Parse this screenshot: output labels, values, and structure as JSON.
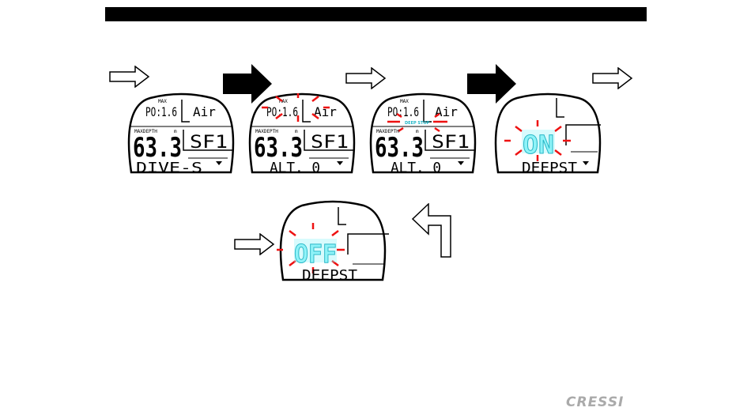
{
  "brand": {
    "logo_text": "CRESSI"
  },
  "colors": {
    "header_bar": "#000000",
    "blink_rays": "#ee1111",
    "highlight": "#8ff3f8",
    "logo": "#aaaaaa"
  },
  "screens": [
    {
      "top_left": "PO:1.6",
      "top_right": "Air",
      "max": "MAX",
      "depth_label": "MAXDEPTH",
      "unit": "m",
      "depth": "63.3",
      "right": "SF1",
      "bottom": "DIVE-S"
    },
    {
      "top_left": "PO:1.6",
      "top_right": "Air",
      "max": "MAX",
      "depth_label": "MAXDEPTH",
      "unit": "m",
      "depth": "63.3",
      "right": "SF1",
      "bottom": "ALT. 0"
    },
    {
      "top_left": "PO:1.6",
      "top_right": "Air",
      "max": "MAX",
      "depth_label": "MAXDEPTH",
      "unit": "m",
      "depth": "63.3",
      "right": "SF1",
      "bottom": "ALT. 0",
      "tag": "DEEP STOP"
    },
    {
      "value": "ON",
      "bottom": "DEEPST"
    },
    {
      "value": "OFF",
      "bottom": "DEEPST"
    }
  ]
}
